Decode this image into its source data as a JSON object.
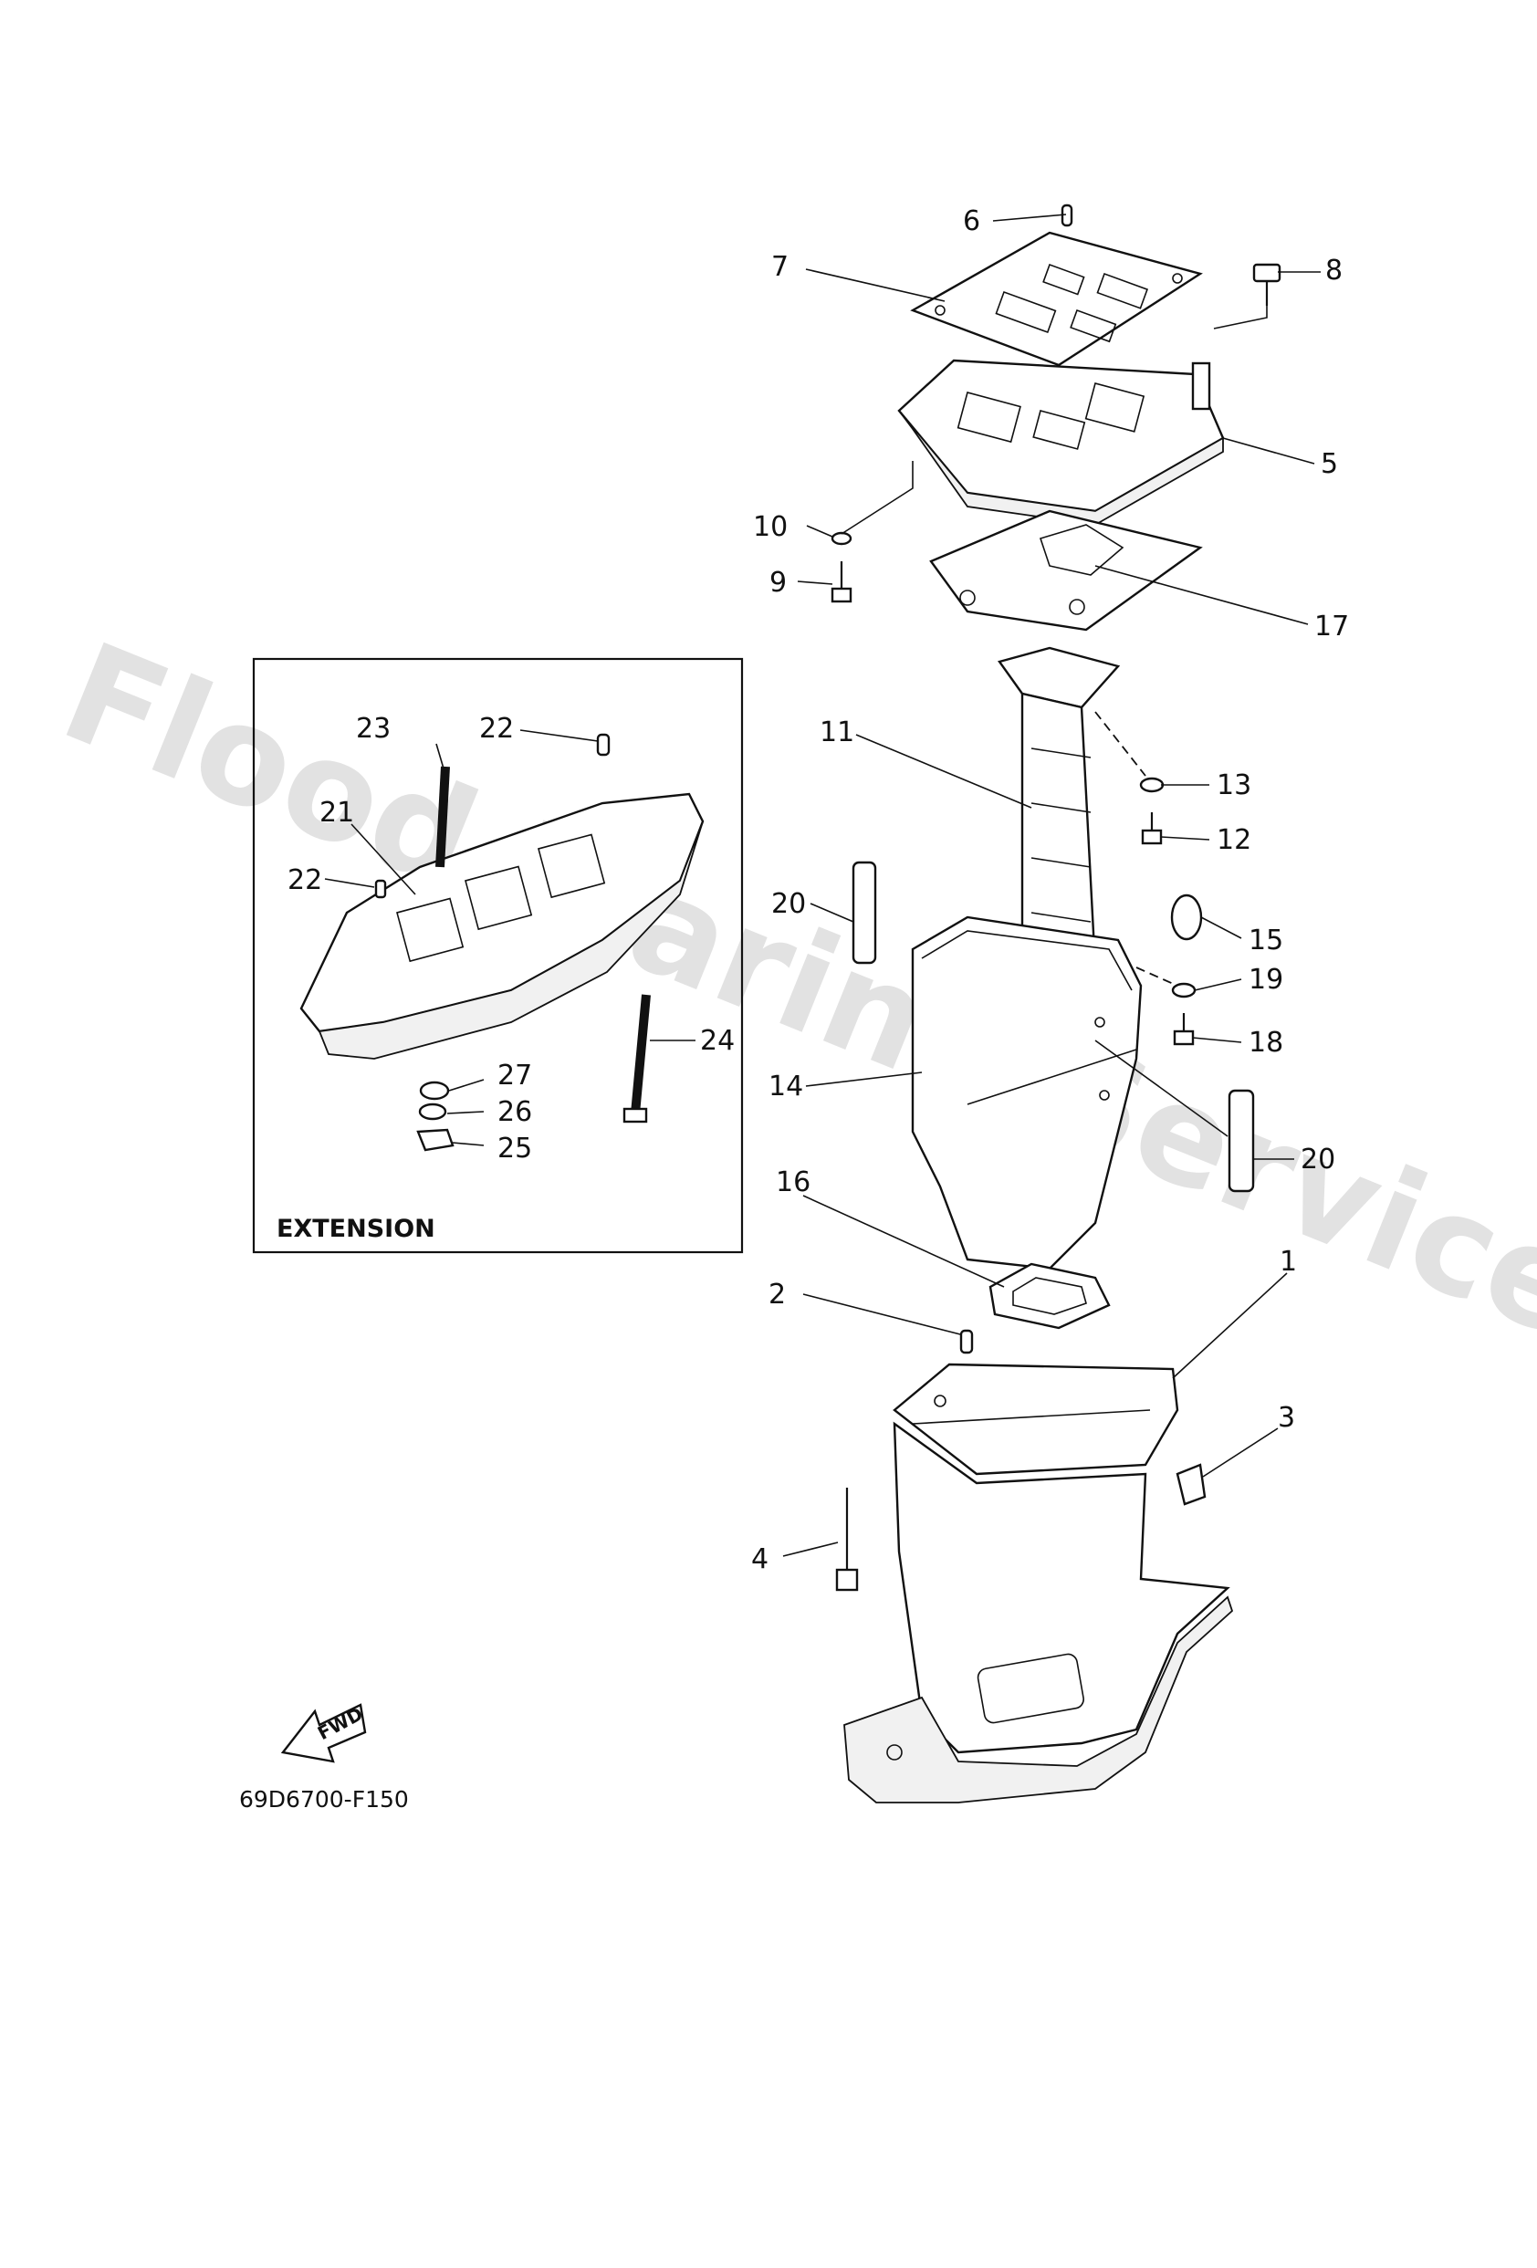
{
  "diagram": {
    "watermark": "Flood Marine Services",
    "inset_label": "EXTENSION",
    "figure_code": "69D6700-F150",
    "direction_label": "FWD",
    "callouts": {
      "c1": "1",
      "c2": "2",
      "c3": "3",
      "c4": "4",
      "c5": "5",
      "c6": "6",
      "c7": "7",
      "c8": "8",
      "c9": "9",
      "c10": "10",
      "c11": "11",
      "c12": "12",
      "c13": "13",
      "c14": "14",
      "c15": "15",
      "c16": "16",
      "c17": "17",
      "c18": "18",
      "c19": "19",
      "c20a": "20",
      "c20b": "20",
      "c21": "21",
      "c22a": "22",
      "c22b": "22",
      "c23": "23",
      "c24": "24",
      "c25": "25",
      "c26": "26",
      "c27": "27"
    }
  }
}
